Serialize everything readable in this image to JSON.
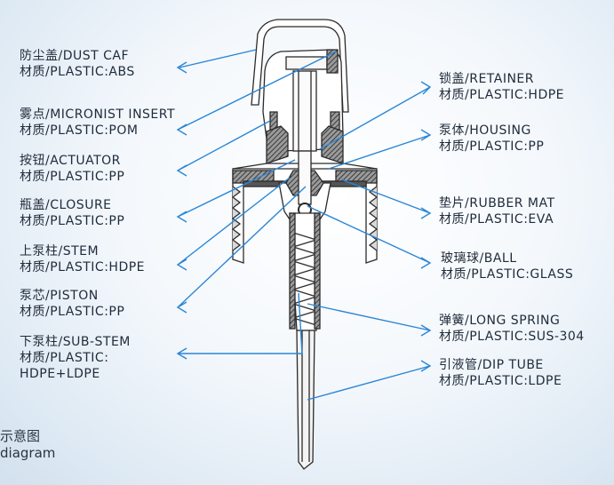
{
  "labels": {
    "dust_cap": {
      "name": "防尘盖/DUST CAF",
      "material": "材质/PLASTIC:ABS"
    },
    "micronist": {
      "name": "雾点/MICRONIST INSERT",
      "material": "材质/PLASTIC:POM"
    },
    "actuator": {
      "name": "按钮/ACTUATOR",
      "material": "材质/PLASTIC:PP"
    },
    "closure": {
      "name": "瓶盖/CLOSURE",
      "material": "材质/PLASTIC:PP"
    },
    "stem": {
      "name": "上泵柱/STEM",
      "material": "材质/PLASTIC:HDPE"
    },
    "piston": {
      "name": "泵芯/PISTON",
      "material": "材质/PLASTIC:PP"
    },
    "sub_stem": {
      "name": "下泵柱/SUB-STEM",
      "material": "材质/PLASTIC:",
      "material2": "HDPE+LDPE"
    },
    "retainer": {
      "name": "锁盖/RETAINER",
      "material": "材质/PLASTIC:HDPE"
    },
    "housing": {
      "name": "泵体/HOUSING",
      "material": "材质/PLASTIC:PP"
    },
    "rubber_mat": {
      "name": "垫片/RUBBER MAT",
      "material": "材质/PLASTIC:EVA"
    },
    "ball": {
      "name": "玻璃球/BALL",
      "material": "材质/PLASTIC:GLASS"
    },
    "spring": {
      "name": "弹簧/LONG SPRING",
      "material": "材质/PLASTIC:SUS-304"
    },
    "dip_tube": {
      "name": "引液管/DIP TUBE",
      "material": "材质/PLASTIC:LDPE"
    }
  },
  "caption": {
    "cn": "示意图",
    "en": "diagram"
  },
  "colors": {
    "arrow": "#2a86d6",
    "line": "#2b2b2b",
    "hatch": "#3a3a3a"
  }
}
